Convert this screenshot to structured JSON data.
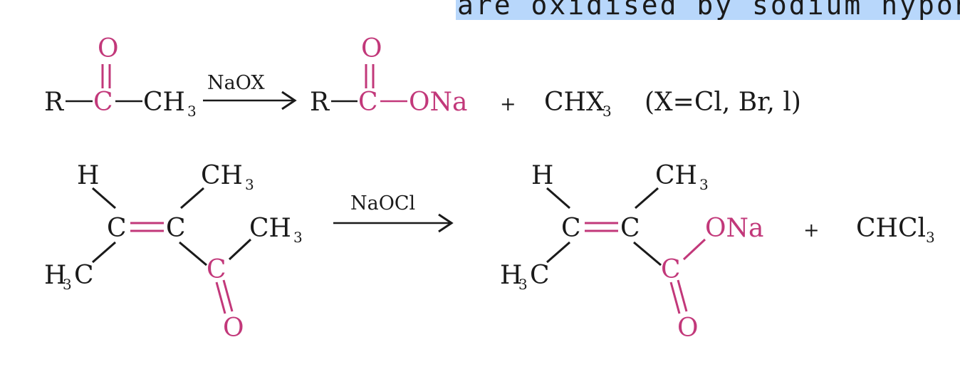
{
  "header_fragment": "are oxidised by sodium hypoha",
  "colors": {
    "highlight": "#b8d7fb",
    "accent": "#c2387a",
    "text": "#1a1a1a"
  },
  "reaction1": {
    "oxygen": "O",
    "r": "R",
    "carbon": "C",
    "methyl": "CH",
    "methyl_sub": "3",
    "reagent": "NaOX",
    "product_r": "R",
    "product_carbon": "C",
    "product_oxygen": "O",
    "product_ona": "ONa",
    "plus": "+",
    "haloform": "CHX",
    "haloform_sub": "3",
    "note": "(X=Cl, Br, l)"
  },
  "reaction2": {
    "reagent": "NaOCl",
    "reactant": {
      "h": "H",
      "c1": "C",
      "c2": "C",
      "ch3_top": "CH",
      "ch3_top_sub": "3",
      "h3c": "C",
      "h3c_h": "H",
      "h3c_sub": "3",
      "carbonyl_c": "C",
      "carbonyl_o": "O",
      "ch3_right": "CH",
      "ch3_right_sub": "3"
    },
    "product": {
      "h": "H",
      "c1": "C",
      "c2": "C",
      "ch3_top": "CH",
      "ch3_top_sub": "3",
      "h3c": "C",
      "h3c_h": "H",
      "h3c_sub": "3",
      "carbonyl_c": "C",
      "carbonyl_o": "O",
      "ona": "ONa"
    },
    "plus": "+",
    "chloroform": "CHCl",
    "chloroform_sub": "3"
  }
}
